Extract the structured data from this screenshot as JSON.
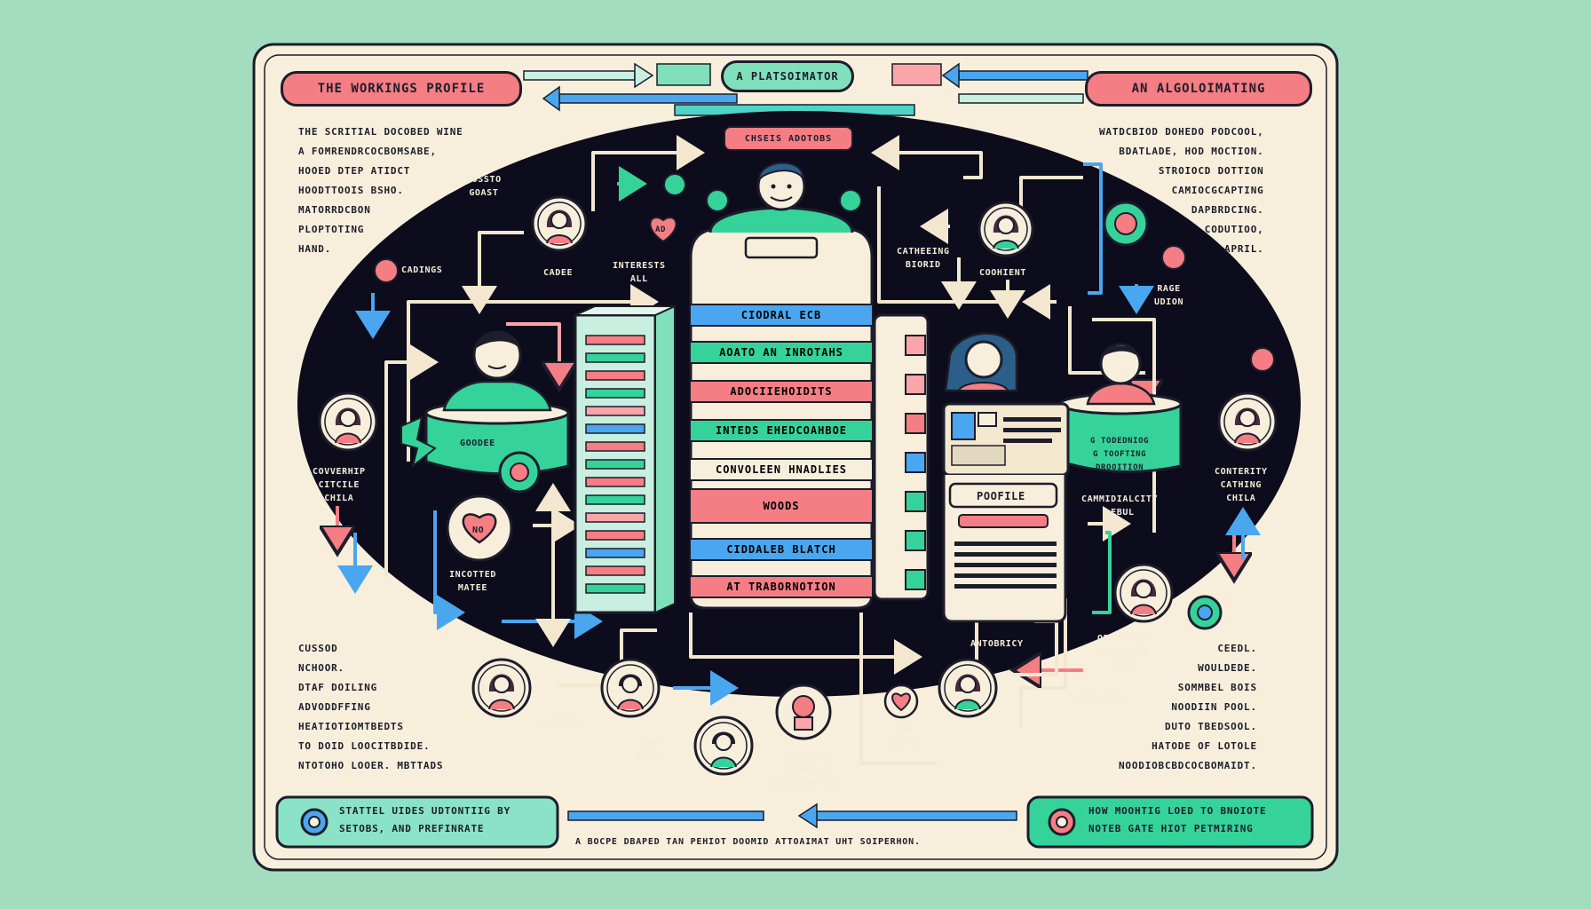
{
  "header": {
    "left_pill": "THE WORKINGS PROFILE",
    "center_pill": "A PLATSOIMATOR",
    "right_pill": "AN ALGOLOIMATING"
  },
  "notes": {
    "top_left": "THE SCRITIAL DOCOBED WINE\nA FOMRENDRCOCBOMSABE,\nHOOED DTEP ATIDCT\nHOODTTOOIS BSHO.\nMATORRDCBON\nPLOPTOTING\nHAND.",
    "top_right": "WATDCBIOD DOHEDO PODCOOL,\nBDATLADE, HOD MOCTION.\nSTROIOCD DOTTION\nCAMIOCGCAPTING\nDAPBRDCING.\nCODUTIOO,\nAPRIL.",
    "bottom_left": "CUSSOD\nNCHOOR.\nDTAF DOILING\nADVODDFFING\nHEATIOTIOMTBEDTS\nTO DOID LOOCITBDIDE.\nNTOTOHO LOOER. MBTTADS",
    "bottom_right": "CEEDL.\nWOULDEDE.\nSOMMBEL BOIS\nNOODIIN POOL.\nDUTO TBEDSOOL.\nHATODE OF LOTOLE\nNOODIOBCBDCOCBOMAIDT."
  },
  "center": {
    "top_tag": "CHSEIS ADOTOBS",
    "bands": [
      "CIODRAL ECB",
      "AOATO AN INROTAHS",
      "ADOCIIEHOIDITS",
      "INTEDS EHEDCOAHBOE",
      "CONVOLEEN HNADLIES",
      "WOODS",
      "CIDDALEB BLATCH",
      "AT TRABORNOTION"
    ]
  },
  "node_labels": {
    "cossto_goast": "COSSTO\nGOAST",
    "cadee": "CADEE",
    "interests_all": "INTERESTS\nALL",
    "cathering_biorid": "CATHEEING\nBIORID",
    "coohient": "COOHIENT",
    "cadings": "CADINGS",
    "goodee": "GOODEE",
    "converhip": "COVVERHIP\nCITCILE\nCHILA",
    "incotted_matee": "INCOTTED\nMATEE",
    "rage_udion": "RAGE\nUDION",
    "gtodeniog": "G TODEDNIOG\nG TOOFTING\nDROOITION",
    "conterity": "CONTERITY\nCATHING\nCHILA",
    "profile_card": "POOFILE",
    "commidial": "CAMMIDIALCITY\nLEBUL",
    "antobricy": "ANTOBRICY",
    "op_thanst": "OP THANST\nCANTIDIIC\nMATC",
    "stteching": "STTECHING",
    "cantord": "CANTORD",
    "aod_mine": "AOD\nMINE",
    "cotrind": "COTRIND\nCHANDILE\nINTTERMOTHIN",
    "otd_oitte": "OTD\nOITTE",
    "heart_no": "NO",
    "heart_ad": "AD"
  },
  "footer": {
    "left_pill": "STATTEL UIDES UDTONTIIG BY\nSETOBS, AND PREFINRATE",
    "caption": "A BOCPE DBAPED TAN PEHIOT DOOMID ATTOAIMAT UHT SOIPERHON.",
    "right_pill": "HOW MOOHTIG LOED TO BNOIOTE\nNOTEB GATE HIOT PETMIRING"
  },
  "colors": {
    "background": "#a4dcc0",
    "paper": "#f7efdc",
    "ink": "#1d1d2b",
    "pink": "#f47e84",
    "mint": "#35d39a",
    "blue": "#4aa6ef",
    "dark_oval": "#0c0c1c"
  },
  "icons": [
    "person-avatar-icon",
    "heart-icon",
    "document-stack-icon",
    "profile-card-icon",
    "arrow-icon"
  ]
}
